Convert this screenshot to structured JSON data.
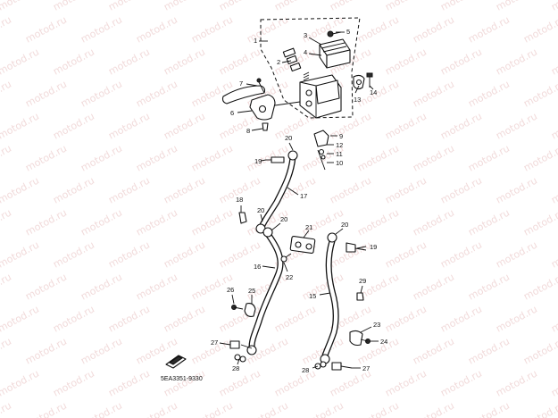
{
  "watermark": {
    "text": "motod.ru"
  },
  "diagram": {
    "code": "5EA3351-9330",
    "callouts": [
      {
        "id": "c1",
        "label": "1"
      },
      {
        "id": "c2",
        "label": "2"
      },
      {
        "id": "c3",
        "label": "3"
      },
      {
        "id": "c4",
        "label": "4"
      },
      {
        "id": "c5",
        "label": "5"
      },
      {
        "id": "c6",
        "label": "6"
      },
      {
        "id": "c7",
        "label": "7"
      },
      {
        "id": "c8",
        "label": "8"
      },
      {
        "id": "c9",
        "label": "9"
      },
      {
        "id": "c10",
        "label": "10"
      },
      {
        "id": "c11",
        "label": "11"
      },
      {
        "id": "c12",
        "label": "12"
      },
      {
        "id": "c13",
        "label": "13"
      },
      {
        "id": "c14",
        "label": "14"
      },
      {
        "id": "c15",
        "label": "15"
      },
      {
        "id": "c16",
        "label": "16"
      },
      {
        "id": "c17",
        "label": "17"
      },
      {
        "id": "c18",
        "label": "18"
      },
      {
        "id": "c19a",
        "label": "19"
      },
      {
        "id": "c19b",
        "label": "19"
      },
      {
        "id": "c20a",
        "label": "20"
      },
      {
        "id": "c20b",
        "label": "20"
      },
      {
        "id": "c20c",
        "label": "20"
      },
      {
        "id": "c20d",
        "label": "20"
      },
      {
        "id": "c21",
        "label": "21"
      },
      {
        "id": "c22",
        "label": "22"
      },
      {
        "id": "c23",
        "label": "23"
      },
      {
        "id": "c24",
        "label": "24"
      },
      {
        "id": "c25",
        "label": "25"
      },
      {
        "id": "c26",
        "label": "26"
      },
      {
        "id": "c27a",
        "label": "27"
      },
      {
        "id": "c27b",
        "label": "27"
      },
      {
        "id": "c28a",
        "label": "28"
      },
      {
        "id": "c28b",
        "label": "28"
      },
      {
        "id": "c29",
        "label": "29"
      }
    ]
  }
}
